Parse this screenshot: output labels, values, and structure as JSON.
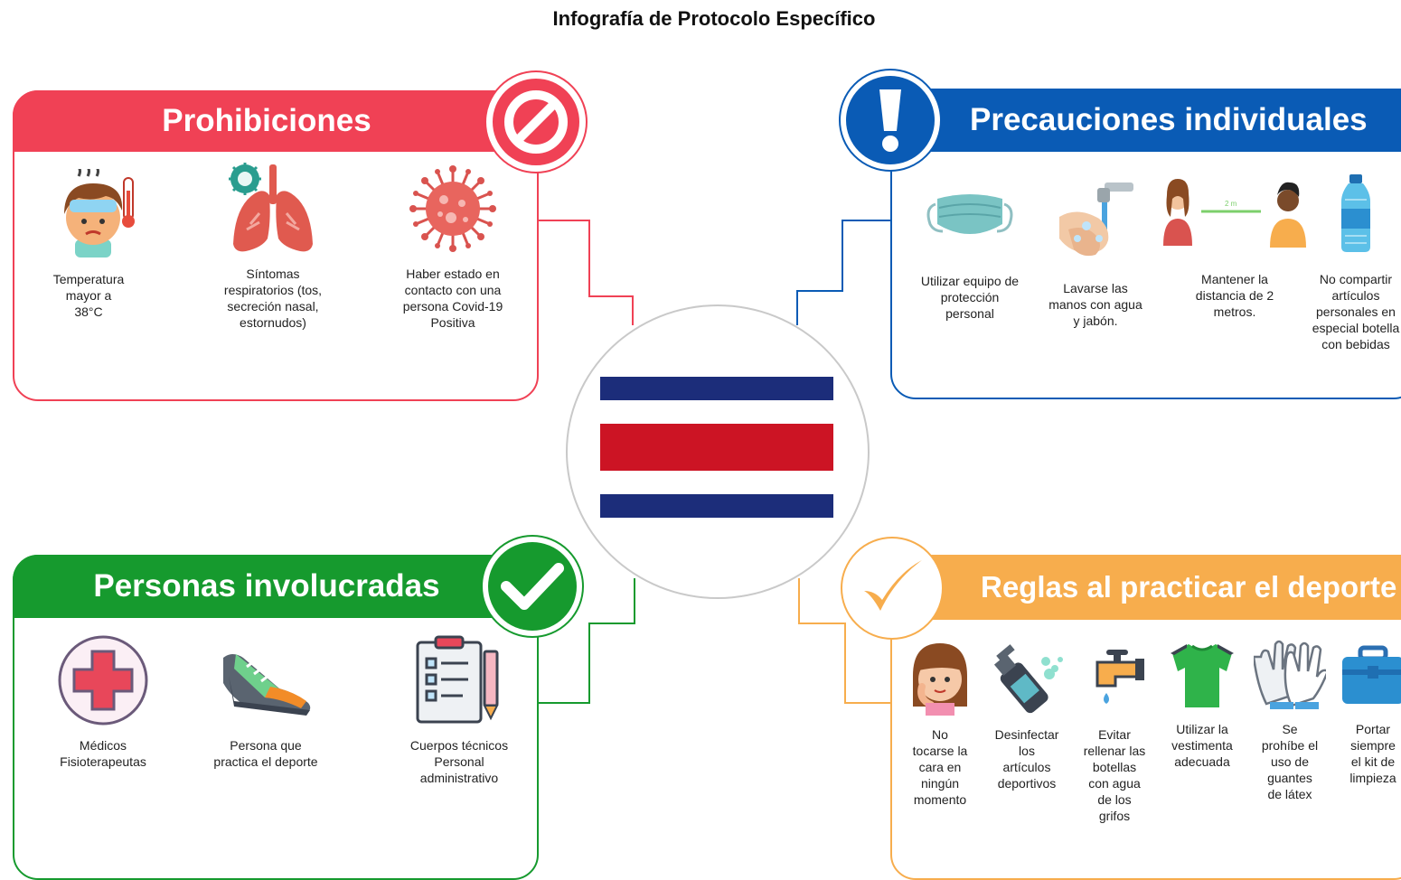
{
  "title": "Infografía de Protocolo Específico",
  "colors": {
    "red": "#f04155",
    "blue": "#0a5bb5",
    "green": "#169a2e",
    "orange": "#f7ad4d"
  },
  "prohibiciones": {
    "header": "Prohibiciones",
    "items": [
      {
        "icon": "fever-person-icon",
        "label": "Temperatura\nmayor a\n38°C"
      },
      {
        "icon": "lungs-icon",
        "label": "Síntomas\nrespiratorios (tos,\nsecreción nasal,\nestornudos)"
      },
      {
        "icon": "virus-icon",
        "label": "Haber estado en\ncontacto con una\npersona Covid-19\nPositiva"
      }
    ]
  },
  "precauciones": {
    "header": "Precauciones individuales",
    "items": [
      {
        "icon": "face-mask-icon",
        "label": "Utilizar equipo de\nprotección\npersonal"
      },
      {
        "icon": "hand-washing-icon",
        "label": "Lavarse las\nmanos con  agua\ny jabón."
      },
      {
        "icon": "social-distance-icon",
        "label": "Mantener la\ndistancia de 2\nmetros."
      },
      {
        "icon": "water-bottle-icon",
        "label": "No compartir\nartículos\npersonales en\nespecial botella\ncon bebidas"
      }
    ]
  },
  "personas": {
    "header": "Personas involucradas",
    "items": [
      {
        "icon": "medical-cross-icon",
        "label": "Médicos\nFisioterapeutas"
      },
      {
        "icon": "sneaker-icon",
        "label": "Persona que\npractica el deporte"
      },
      {
        "icon": "clipboard-icon",
        "label": "Cuerpos técnicos\nPersonal\nadministrativo"
      }
    ]
  },
  "reglas": {
    "header": "Reglas al practicar el deporte",
    "items": [
      {
        "icon": "girl-face-icon",
        "label": "No\ntocarse la\ncara en\nningún\nmomento"
      },
      {
        "icon": "disinfectant-spray-icon",
        "label": "Desinfectar\nlos\nartículos\ndeportivos"
      },
      {
        "icon": "water-tap-icon",
        "label": "Evitar\nrellenar las\nbotellas\ncon agua\nde los\ngrifos"
      },
      {
        "icon": "t-shirt-icon",
        "label": "Utilizar la\nvestimenta\nadecuada"
      },
      {
        "icon": "latex-gloves-icon",
        "label": "Se\nprohíbe el\nuso de\nguantes\nde látex"
      },
      {
        "icon": "cleaning-kit-icon",
        "label": "Portar\nsiempre\nel kit de\nlimpieza"
      }
    ]
  }
}
